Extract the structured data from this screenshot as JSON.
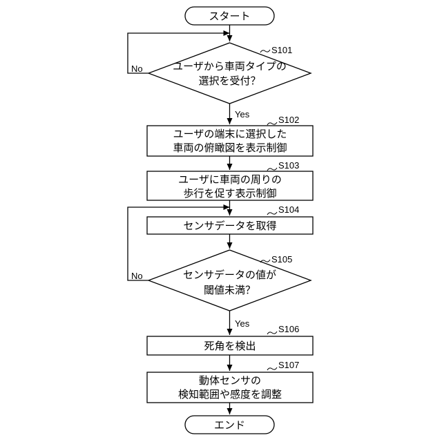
{
  "start": "スタート",
  "end": "エンド",
  "steps": [
    {
      "id": "S101",
      "lines": [
        "ユーザから車両タイプの",
        "選択を受付？"
      ],
      "yes": "Yes",
      "no": "No"
    },
    {
      "id": "S102",
      "lines": [
        "ユーザの端末に選択した",
        "車両の俯瞰図を表示制御"
      ]
    },
    {
      "id": "S103",
      "lines": [
        "ユーザに車両の周りの",
        "歩行を促す表示制御"
      ]
    },
    {
      "id": "S104",
      "lines": [
        "センサデータを取得"
      ]
    },
    {
      "id": "S105",
      "lines": [
        "センサデータの値が",
        "閾値未満？"
      ],
      "yes": "Yes",
      "no": "No"
    },
    {
      "id": "S106",
      "lines": [
        "死角を検出"
      ]
    },
    {
      "id": "S107",
      "lines": [
        "動体センサの",
        "検知範囲や感度を調整"
      ]
    }
  ]
}
